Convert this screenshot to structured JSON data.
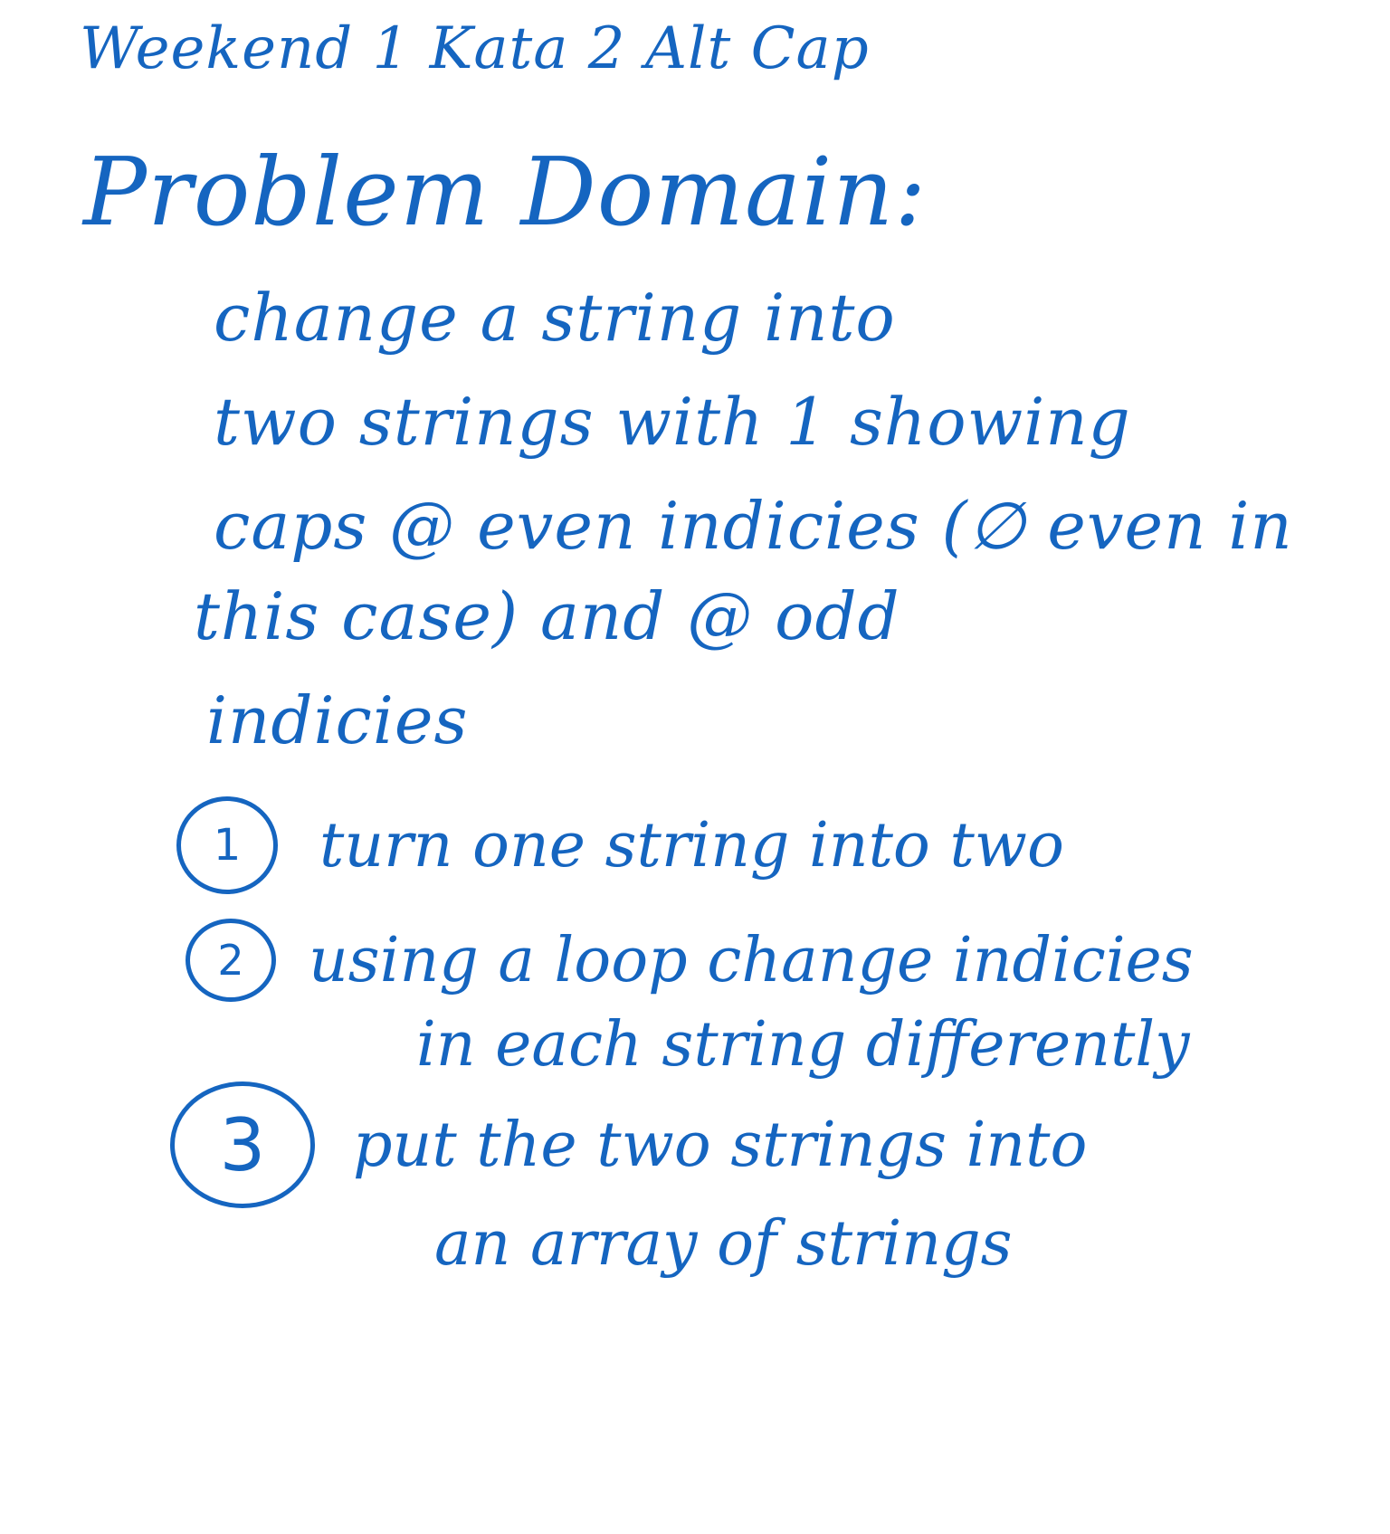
{
  "title": "Weekend 1 Kata 2 Alt Cap",
  "heading": "Problem Domain:",
  "description_lines": [
    "change a string into",
    "two strings with 1 showing",
    "caps @ even indicies (∅ even in",
    "this case) and @ odd",
    "indicies"
  ],
  "steps": [
    {
      "number": "1",
      "lines": [
        "turn one string into two"
      ]
    },
    {
      "number": "2",
      "lines": [
        "using a loop change indicies",
        "in each string differently"
      ]
    },
    {
      "number": "3",
      "lines": [
        "put the two strings into",
        "an array of strings"
      ]
    }
  ],
  "colors": {
    "ink": "#1565c0",
    "background": "#ffffff"
  }
}
